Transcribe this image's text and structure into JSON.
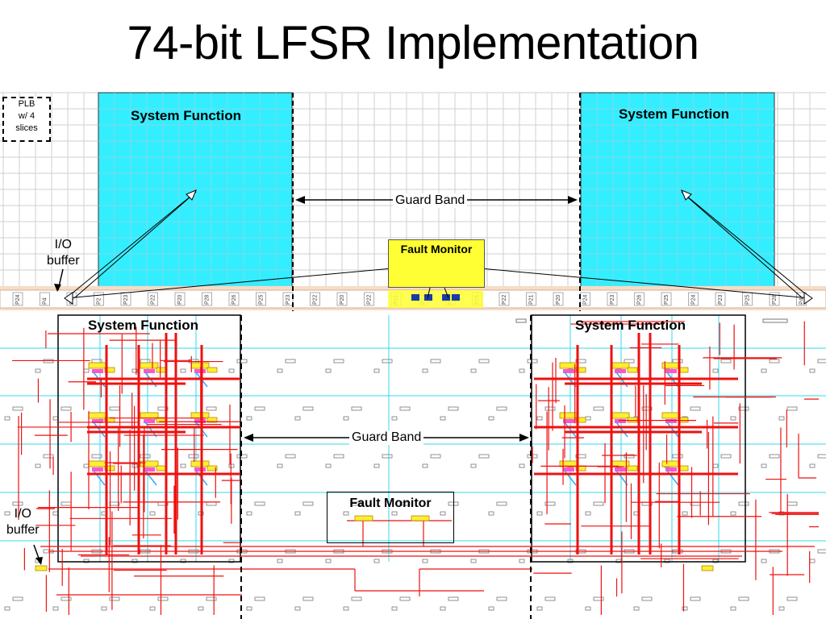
{
  "title": "74-bit LFSR Implementation",
  "top_panel": {
    "plb_label_line1": "PLB",
    "plb_label_line2": "w/ 4",
    "plb_label_line3": "slices",
    "system_function_left": "System Function",
    "system_function_right": "System Function",
    "guard_band": "Guard Band",
    "fault_monitor": "Fault Monitor",
    "io_line1": "I/O",
    "io_line2": "buffer",
    "pin_labels": [
      "P24",
      "P4",
      "P8",
      "P2",
      "P23",
      "P22",
      "P20",
      "P28",
      "P26",
      "P25",
      "P23",
      "P22",
      "P20",
      "P22",
      "P21",
      "P24",
      "P26",
      "P25",
      "P22",
      "P21",
      "P20",
      "P24",
      "P23",
      "P26",
      "P25",
      "P24",
      "P23",
      "P25",
      "P28",
      "P4"
    ]
  },
  "bottom_panel": {
    "system_function_left": "System Function",
    "system_function_right": "System Function",
    "guard_band": "Guard Band",
    "fault_monitor": "Fault Monitor",
    "io_line1": "I/O",
    "io_line2": "buffer"
  },
  "colors": {
    "cyan_region": "#33eeff",
    "fault_monitor_fill": "#ffff33",
    "routing_red": "#ee1111",
    "grid_line": "#c8c8c8",
    "io_strip": "#f2c8a0"
  }
}
